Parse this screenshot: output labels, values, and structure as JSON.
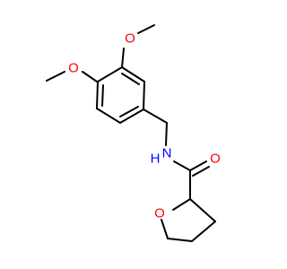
{
  "molecule": {
    "atoms": {
      "o_methoxy_top": "O",
      "o_methoxy_left": "O",
      "n_amide": "N",
      "h_amide": "H",
      "o_carbonyl": "O",
      "o_ring": "O"
    }
  },
  "colors": {
    "bond": "#000000",
    "oxygen": "#ff0000",
    "nitrogen": "#0000ff",
    "background": "#ffffff"
  }
}
